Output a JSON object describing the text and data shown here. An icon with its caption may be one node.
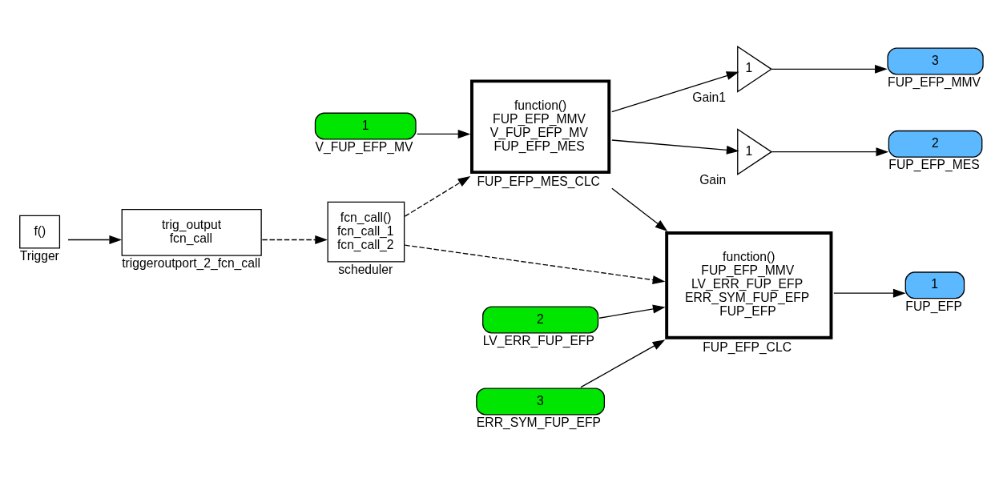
{
  "diagram": {
    "nodes": [
      {
        "text": [
          "f()"
        ],
        "beside": [
          "Trigger"
        ]
      },
      {
        "text": [
          "trig_output",
          "fcn_call"
        ],
        "beside": [
          "triggeroutport_2_fcn_call"
        ]
      },
      {
        "text": [
          "fcn_call()",
          "fcn_call_1",
          "fcn_call_2"
        ],
        "beside": [
          "scheduler"
        ]
      },
      {
        "text": [
          "1"
        ],
        "beside": [
          "V_FUP_EFP_MV"
        ]
      },
      {
        "text": [
          "function()",
          "FUP_EFP_MMV",
          "V_FUP_EFP_MV",
          "FUP_EFP_MES"
        ],
        "beside": [
          "FUP_EFP_MES_CLC"
        ]
      },
      {
        "text": [
          "1"
        ],
        "beside": [
          "Gain1"
        ]
      },
      {
        "text": [
          "3"
        ],
        "beside": [
          "FUP_EFP_MMV"
        ]
      },
      {
        "text": [
          "2"
        ],
        "beside": [
          "LV_ERR_FUP_EFP"
        ]
      },
      {
        "text": [
          "3"
        ],
        "beside": [
          "ERR_SYM_FUP_EFP"
        ]
      },
      {
        "text": [
          "function()",
          "FUP_EFP_MMV",
          "LV_ERR_FUP_EFP",
          "ERR_SYM_FUP_EFP",
          "FUP_EFP"
        ],
        "beside": [
          "FUP_EFP_CLC"
        ]
      },
      {
        "text": [
          "1"
        ],
        "beside": [
          "FUP_EFP"
        ]
      },
      {
        "text": [
          "1"
        ],
        "beside": [
          "Gain"
        ]
      },
      {
        "text": [
          "2"
        ],
        "beside": [
          "FUP_EFP_MES"
        ]
      }
    ],
    "edges": [
      {
        "from": 0,
        "to": 1,
        "arrow": "to"
      },
      {
        "from": 1,
        "to": 2,
        "arrow": "to",
        "style": "dashed"
      },
      {
        "from": 2,
        "to": 4,
        "arrow": "to",
        "style": "dashed"
      },
      {
        "from": 2,
        "to": 9,
        "arrow": "to",
        "style": "dashed"
      },
      {
        "from": 3,
        "to": 4,
        "arrow": "to"
      },
      {
        "from": 4,
        "to": 5,
        "arrow": "to"
      },
      {
        "from": 4,
        "to": 9,
        "arrow": "to"
      },
      {
        "from": 4,
        "to": 11,
        "arrow": "to"
      },
      {
        "from": 5,
        "to": 6,
        "arrow": "to"
      },
      {
        "from": 7,
        "to": 9,
        "arrow": "to"
      },
      {
        "from": 8,
        "to": 9,
        "arrow": "to"
      },
      {
        "from": 9,
        "to": 10,
        "arrow": "to"
      },
      {
        "from": 11,
        "to": 12,
        "arrow": "to"
      }
    ]
  }
}
